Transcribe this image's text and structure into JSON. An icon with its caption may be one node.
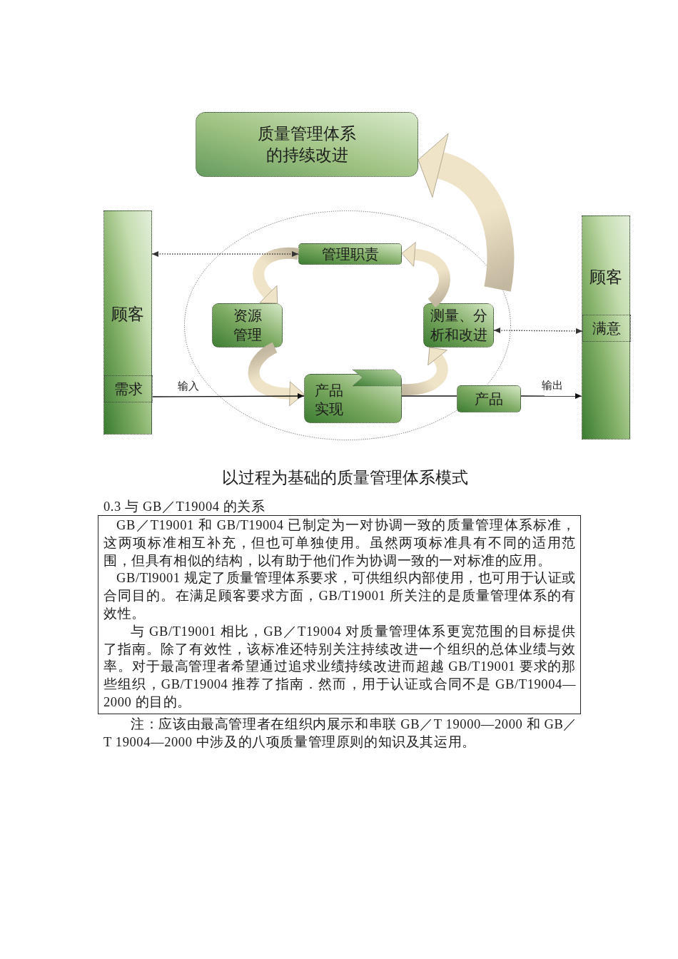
{
  "diagram": {
    "caption": "以过程为基础的质量管理体系模式",
    "nodes": [
      {
        "text": [
          "质量管理体系的持续改进"
        ]
      },
      {
        "text": [
          "顾客"
        ]
      },
      {
        "text": [
          "需求"
        ],
        "in": 1
      },
      {
        "text": [],
        "shape": "ellipse"
      },
      {
        "text": [
          "管理职责"
        ],
        "in": 3
      },
      {
        "text": [
          "资源管理"
        ],
        "in": 3
      },
      {
        "text": [
          "测量、分析和改进"
        ],
        "in": 3
      },
      {
        "text": [
          "产品实现"
        ],
        "in": 3
      },
      {
        "text": [
          "产品"
        ]
      },
      {
        "text": [
          "顾客"
        ]
      },
      {
        "text": [
          "满意"
        ],
        "in": 9
      },
      {
        "text": [
          "GB／T19001 和 GB/T19004 已制定为一对协调一致的质量管理体系标准，这两项标准相互补充，但也可单独使用。虽然两项标准具有不同的适用范围，但具有相似的结构，以有助于他们作为协调一致的一对标准的应用。",
          "GB/Tl9001 规定了质量管理体系要求，可供组织内部使用，也可用于认证或合同目的。在满足顾客要求方面，GB/T19001 所关注的是质量管理体系的有效性。",
          "与 GB/T19001 相比，GB／T19004 对质量管理体系更宽范围的目标提供了指南。除了有效性，该标准还特别关注持续改进一个组织的总体业绩与效率。对于最高管理者希望通过追求业绩持续改进而超越 GB/T19001 要求的那些组织，GB/T19004 推荐了指南．然而，用于认证或合同不是 GB/T19004—2000 的目的。"
        ]
      }
    ],
    "edges": [
      {
        "from": 1,
        "to": 4,
        "arrow": "both",
        "style": "dashed"
      },
      {
        "from": 2,
        "to": 7,
        "arrow": "to",
        "label": "输入"
      },
      {
        "from": 6,
        "to": 10,
        "arrow": "both",
        "style": "dashed"
      },
      {
        "from": 7,
        "to": 8,
        "arrow": "none"
      },
      {
        "from": 8,
        "to": 9,
        "arrow": "to",
        "label": "输出"
      },
      {
        "from": 4,
        "to": 5,
        "arrow": "to",
        "style": "thick",
        "color": "#f0e4c8"
      },
      {
        "from": 5,
        "to": 7,
        "arrow": "to",
        "style": "thick",
        "color": "#f0e4c8"
      },
      {
        "from": 7,
        "to": 6,
        "arrow": "to",
        "style": "thick",
        "color": "#f0e4c8"
      },
      {
        "from": 6,
        "to": 4,
        "arrow": "to",
        "style": "thick",
        "color": "#f0e4c8"
      },
      {
        "from": 3,
        "to": 0,
        "arrow": "to",
        "style": "thick",
        "color": "#f0e4c8"
      }
    ],
    "labels": [
      "0.3 与 GB／T19004 的关系",
      "注：应该由最高管理者在组织内展示和串联 GB／T 19000—2000 和 GB／T 19004—2000 中涉及的八项质量管理原则的知识及其运用。"
    ]
  }
}
